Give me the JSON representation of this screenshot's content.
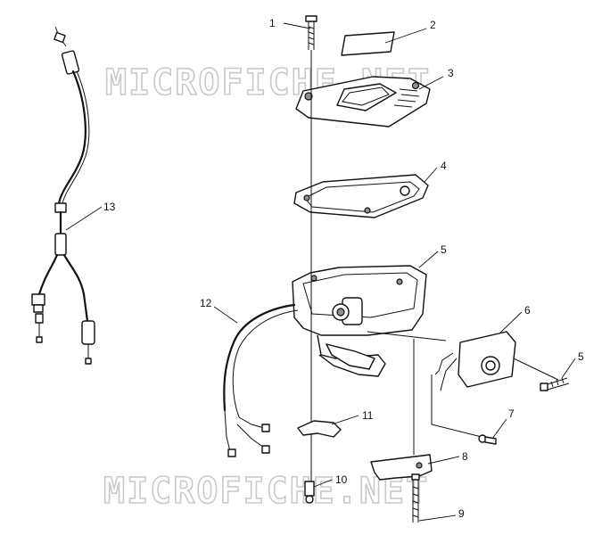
{
  "watermark": {
    "top": "MICROFICHE.NET",
    "bottom": "MICROFICHE.NET"
  },
  "callouts": [
    {
      "id": "1",
      "text": "1"
    },
    {
      "id": "2",
      "text": "2"
    },
    {
      "id": "3",
      "text": "3"
    },
    {
      "id": "4",
      "text": "4"
    },
    {
      "id": "5a",
      "text": "5"
    },
    {
      "id": "5b",
      "text": "5"
    },
    {
      "id": "6",
      "text": "6"
    },
    {
      "id": "7",
      "text": "7"
    },
    {
      "id": "8",
      "text": "8"
    },
    {
      "id": "9",
      "text": "9"
    },
    {
      "id": "10",
      "text": "10"
    },
    {
      "id": "11",
      "text": "11"
    },
    {
      "id": "12",
      "text": "12"
    },
    {
      "id": "13",
      "text": "13"
    }
  ]
}
